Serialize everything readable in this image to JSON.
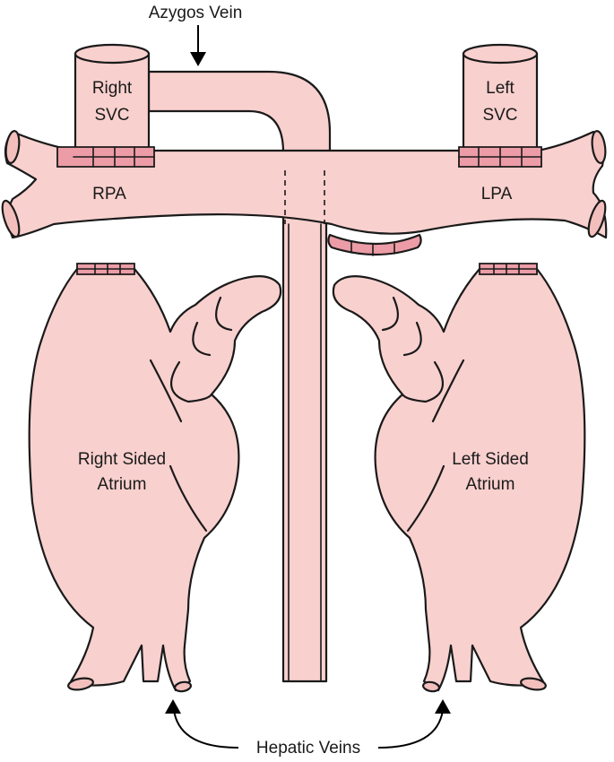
{
  "colors": {
    "tissue": "#f8d0ce",
    "tissue_dark": "#f2bfbd",
    "suture_band": "#ec9ca6",
    "outline": "#1a1a1a"
  },
  "labels": {
    "azygos_vein": "Azygos Vein",
    "right_svc_line1": "Right",
    "right_svc_line2": "SVC",
    "left_svc_line1": "Left",
    "left_svc_line2": "SVC",
    "rpa": "RPA",
    "lpa": "LPA",
    "right_atrium_line1": "Right Sided",
    "right_atrium_line2": "Atrium",
    "left_atrium_line1": "Left Sided",
    "left_atrium_line2": "Atrium",
    "hepatic_veins": "Hepatic Veins"
  }
}
